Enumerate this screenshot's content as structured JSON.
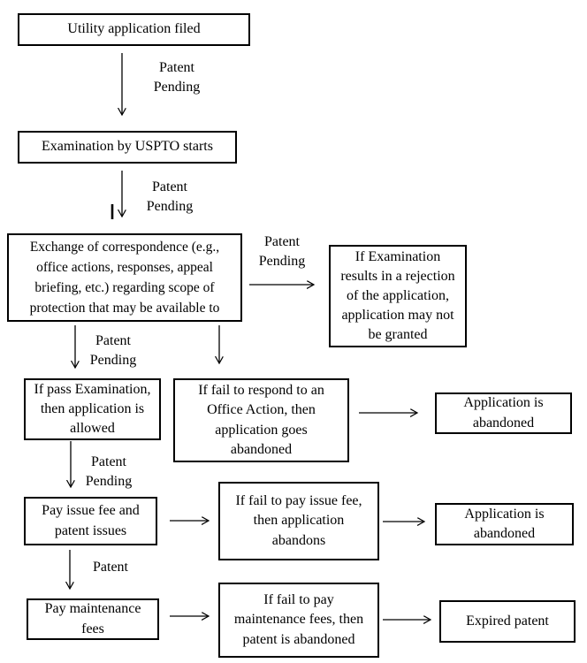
{
  "diagram": {
    "background_color": "#ffffff",
    "border_color": "#000000",
    "text_color": "#000000",
    "boxes": [
      {
        "id": "utility-application-filed",
        "label": "Utility application filed"
      },
      {
        "id": "examination-starts",
        "label": "Examination by USPTO starts"
      },
      {
        "id": "exchange-correspondence",
        "label": "Exchange of correspondence (e.g.,\noffice actions, responses, appeal\nbriefing, etc.) regarding scope of\nprotection that may be available to"
      },
      {
        "id": "examination-rejection",
        "label": "If Examination\nresults in a rejection\nof the application,\napplication may not\nbe granted"
      },
      {
        "id": "pass-examination-allowed",
        "label": "If pass Examination,\nthen application is\nallowed"
      },
      {
        "id": "fail-respond-office-action",
        "label": "If fail to respond to an\nOffice Action, then\napplication goes\nabandoned"
      },
      {
        "id": "application-abandoned-1",
        "label": "Application is\nabandoned"
      },
      {
        "id": "pay-issue-fee",
        "label": "Pay issue fee and\npatent issues"
      },
      {
        "id": "fail-pay-issue-fee",
        "label": "If fail to pay issue fee,\nthen application\nabandons"
      },
      {
        "id": "application-abandoned-2",
        "label": "Application is\nabandoned"
      },
      {
        "id": "pay-maintenance-fees",
        "label": "Pay maintenance\nfees"
      },
      {
        "id": "fail-pay-maintenance-fees",
        "label": "If fail to pay\nmaintenance fees, then\npatent is abandoned"
      },
      {
        "id": "expired-patent",
        "label": "Expired patent"
      }
    ],
    "edge_labels": [
      {
        "id": "patent-pending-1",
        "text": "Patent\nPending"
      },
      {
        "id": "patent-pending-2",
        "text": "Patent\nPending"
      },
      {
        "id": "patent-pending-3",
        "text": "Patent\nPending"
      },
      {
        "id": "patent-pending-4",
        "text": "Patent\nPending"
      },
      {
        "id": "patent-pending-5",
        "text": "Patent\nPending"
      },
      {
        "id": "patent-1",
        "text": "Patent"
      }
    ]
  }
}
